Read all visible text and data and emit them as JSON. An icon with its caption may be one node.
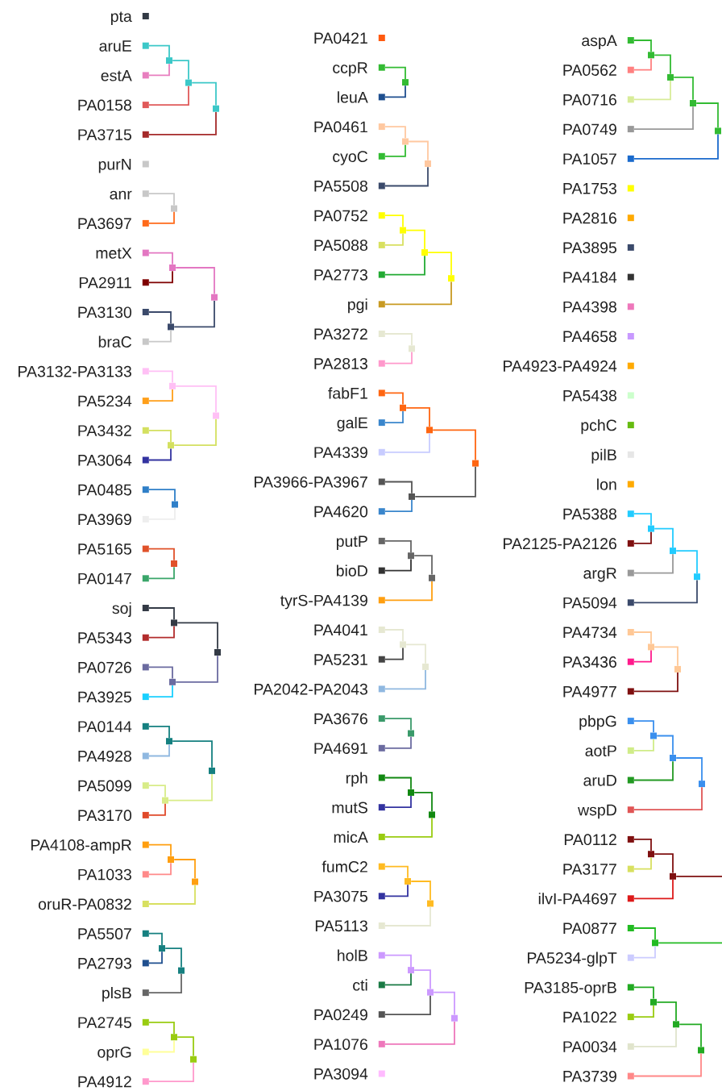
{
  "diagram": {
    "nodes": [
      {
        "text": [
          "pta"
        ]
      },
      {
        "text": [
          "aruE"
        ]
      },
      {
        "text": [
          "estA"
        ]
      },
      {
        "text": [
          "PA0158"
        ]
      },
      {
        "text": [
          "PA3715"
        ]
      },
      {
        "text": [
          "purN"
        ]
      },
      {
        "text": [
          "anr"
        ]
      },
      {
        "text": [
          "PA3697"
        ]
      },
      {
        "text": [
          "metX"
        ]
      },
      {
        "text": [
          "PA2911"
        ]
      },
      {
        "text": [
          "PA3130"
        ]
      },
      {
        "text": [
          "braC"
        ]
      },
      {
        "text": [
          "PA3132-PA3133"
        ]
      },
      {
        "text": [
          "PA5234"
        ]
      },
      {
        "text": [
          "PA3432"
        ]
      },
      {
        "text": [
          "PA3064"
        ]
      },
      {
        "text": [
          "PA0485"
        ]
      },
      {
        "text": [
          "PA3969"
        ]
      },
      {
        "text": [
          "PA5165"
        ]
      },
      {
        "text": [
          "PA0147"
        ]
      },
      {
        "text": [
          "soj"
        ]
      },
      {
        "text": [
          "PA5343"
        ]
      },
      {
        "text": [
          "PA0726"
        ]
      },
      {
        "text": [
          "PA3925"
        ]
      },
      {
        "text": [
          "PA0144"
        ]
      },
      {
        "text": [
          "PA4928"
        ]
      },
      {
        "text": [
          "PA5099"
        ]
      },
      {
        "text": [
          "PA3170"
        ]
      },
      {
        "text": [
          "PA4108-ampR"
        ]
      },
      {
        "text": [
          "PA1033"
        ]
      },
      {
        "text": [
          "oruR-PA0832"
        ]
      },
      {
        "text": [
          "PA5507"
        ]
      },
      {
        "text": [
          "PA2793"
        ]
      },
      {
        "text": [
          "plsB"
        ]
      },
      {
        "text": [
          "PA2745"
        ]
      },
      {
        "text": [
          "oprG"
        ]
      },
      {
        "text": [
          "PA4912"
        ]
      },
      {
        "text": [
          "PA0421"
        ]
      },
      {
        "text": [
          "ccpR"
        ]
      },
      {
        "text": [
          "leuA"
        ]
      },
      {
        "text": [
          "PA0461"
        ]
      },
      {
        "text": [
          "cyoC"
        ]
      },
      {
        "text": [
          "PA5508"
        ]
      },
      {
        "text": [
          "PA0752"
        ]
      },
      {
        "text": [
          "PA5088"
        ]
      },
      {
        "text": [
          "PA2773"
        ]
      },
      {
        "text": [
          "pgi"
        ]
      },
      {
        "text": [
          "PA3272"
        ]
      },
      {
        "text": [
          "PA2813"
        ]
      },
      {
        "text": [
          "fabF1"
        ]
      },
      {
        "text": [
          "galE"
        ]
      },
      {
        "text": [
          "PA4339"
        ]
      },
      {
        "text": [
          "PA3966-PA3967"
        ]
      },
      {
        "text": [
          "PA4620"
        ]
      },
      {
        "text": [
          "putP"
        ]
      },
      {
        "text": [
          "bioD"
        ]
      },
      {
        "text": [
          "tyrS-PA4139"
        ]
      },
      {
        "text": [
          "PA4041"
        ]
      },
      {
        "text": [
          "PA5231"
        ]
      },
      {
        "text": [
          "PA2042-PA2043"
        ]
      },
      {
        "text": [
          "PA3676"
        ]
      },
      {
        "text": [
          "PA4691"
        ]
      },
      {
        "text": [
          "rph"
        ]
      },
      {
        "text": [
          "mutS"
        ]
      },
      {
        "text": [
          "micA"
        ]
      },
      {
        "text": [
          "fumC2"
        ]
      },
      {
        "text": [
          "PA3075"
        ]
      },
      {
        "text": [
          "PA5113"
        ]
      },
      {
        "text": [
          "holB"
        ]
      },
      {
        "text": [
          "cti"
        ]
      },
      {
        "text": [
          "PA0249"
        ]
      },
      {
        "text": [
          "PA1076"
        ]
      },
      {
        "text": [
          "PA3094"
        ]
      },
      {
        "text": [
          "aspA"
        ]
      },
      {
        "text": [
          "PA0562"
        ]
      },
      {
        "text": [
          "PA0716"
        ]
      },
      {
        "text": [
          "PA0749"
        ]
      },
      {
        "text": [
          "PA1057"
        ]
      },
      {
        "text": [
          "PA1753"
        ]
      },
      {
        "text": [
          "PA2816"
        ]
      },
      {
        "text": [
          "PA3895"
        ]
      },
      {
        "text": [
          "PA4184"
        ]
      },
      {
        "text": [
          "PA4398"
        ]
      },
      {
        "text": [
          "PA4658"
        ]
      },
      {
        "text": [
          "PA4923-PA4924"
        ]
      },
      {
        "text": [
          "PA5438"
        ]
      },
      {
        "text": [
          "pchC"
        ]
      },
      {
        "text": [
          "pilB"
        ]
      },
      {
        "text": [
          "lon"
        ]
      },
      {
        "text": [
          "PA5388"
        ]
      },
      {
        "text": [
          "PA2125-PA2126"
        ]
      },
      {
        "text": [
          "argR"
        ]
      },
      {
        "text": [
          "PA5094"
        ]
      },
      {
        "text": [
          "PA4734"
        ]
      },
      {
        "text": [
          "PA3436"
        ]
      },
      {
        "text": [
          "PA4977"
        ]
      },
      {
        "text": [
          "pbpG"
        ]
      },
      {
        "text": [
          "aotP"
        ]
      },
      {
        "text": [
          "aruD"
        ]
      },
      {
        "text": [
          "wspD"
        ]
      },
      {
        "text": [
          "PA0112"
        ]
      },
      {
        "text": [
          "PA3177"
        ]
      },
      {
        "text": [
          "ilvI-PA4697"
        ]
      },
      {
        "text": [
          "PA0877"
        ]
      },
      {
        "text": [
          "PA5234-glpT"
        ]
      },
      {
        "text": [
          "PA3185-oprB"
        ]
      },
      {
        "text": [
          "PA1022"
        ]
      },
      {
        "text": [
          "PA0034"
        ]
      },
      {
        "text": [
          "PA3739"
        ]
      },
      {
        "text": [],
        "shape": "box"
      },
      {
        "text": [],
        "shape": "box"
      },
      {
        "text": [],
        "shape": "box"
      },
      {
        "text": [],
        "shape": "box"
      },
      {
        "text": [],
        "shape": "box"
      },
      {
        "text": [],
        "shape": "box"
      },
      {
        "text": [],
        "shape": "box"
      },
      {
        "text": [],
        "shape": "box"
      },
      {
        "text": [],
        "shape": "box"
      },
      {
        "text": [],
        "shape": "box"
      },
      {
        "text": [],
        "shape": "box"
      },
      {
        "text": [],
        "shape": "box"
      },
      {
        "text": [],
        "shape": "box"
      },
      {
        "text": [],
        "shape": "box"
      },
      {
        "text": [],
        "shape": "box"
      },
      {
        "text": [],
        "shape": "box"
      },
      {
        "text": [],
        "shape": "box"
      },
      {
        "text": [],
        "shape": "box"
      },
      {
        "text": [],
        "shape": "box"
      },
      {
        "text": [],
        "shape": "box"
      },
      {
        "text": [],
        "shape": "box"
      },
      {
        "text": [],
        "shape": "box"
      },
      {
        "text": [],
        "shape": "box"
      },
      {
        "text": [],
        "shape": "box"
      },
      {
        "text": [],
        "shape": "box"
      },
      {
        "text": [],
        "shape": "box"
      },
      {
        "text": [],
        "shape": "box"
      },
      {
        "text": [],
        "shape": "box"
      },
      {
        "text": [],
        "shape": "box"
      },
      {
        "text": [],
        "shape": "box"
      },
      {
        "text": [],
        "shape": "box"
      },
      {
        "text": [],
        "shape": "box"
      },
      {
        "text": [],
        "shape": "box"
      },
      {
        "text": [],
        "shape": "box"
      },
      {
        "text": [],
        "shape": "box"
      },
      {
        "text": [],
        "shape": "box"
      },
      {
        "text": [],
        "shape": "box"
      },
      {
        "text": [],
        "shape": "box"
      },
      {
        "text": [],
        "shape": "box"
      },
      {
        "text": [],
        "shape": "box"
      },
      {
        "text": [],
        "shape": "box"
      },
      {
        "text": [],
        "shape": "box"
      },
      {
        "text": [],
        "shape": "box"
      },
      {
        "text": [],
        "shape": "box"
      },
      {
        "text": [],
        "shape": "box"
      },
      {
        "text": [],
        "shape": "box"
      },
      {
        "text": [],
        "shape": "box"
      },
      {
        "text": [],
        "shape": "box"
      },
      {
        "text": [],
        "shape": "box"
      },
      {
        "text": [],
        "shape": "box"
      },
      {
        "text": [],
        "shape": "box"
      },
      {
        "text": [],
        "shape": "box"
      },
      {
        "text": [],
        "shape": "box"
      },
      {
        "text": [],
        "shape": "box"
      },
      {
        "text": [],
        "shape": "box"
      },
      {
        "text": [],
        "shape": "box"
      },
      {
        "text": [],
        "shape": "box"
      },
      {
        "text": [],
        "shape": "box"
      },
      {
        "text": [],
        "shape": "box"
      },
      {
        "text": [],
        "shape": "box"
      },
      {
        "text": [],
        "shape": "box"
      },
      {
        "text": [],
        "shape": "box"
      },
      {
        "text": [],
        "shape": "box"
      },
      {
        "text": [],
        "shape": "box"
      },
      {
        "text": [],
        "shape": "box"
      }
    ],
    "edges": [
      {
        "from": 1,
        "to": 109,
        "arrow": "none",
        "color": "#3cc8c8"
      },
      {
        "from": 2,
        "to": 109,
        "arrow": "none",
        "color": "#e87fbf"
      },
      {
        "from": 109,
        "to": 110,
        "arrow": "none",
        "color": "#3cc8c8"
      },
      {
        "from": 3,
        "to": 110,
        "arrow": "none",
        "color": "#e05a5a"
      },
      {
        "from": 110,
        "to": 111,
        "arrow": "none",
        "color": "#3cc8c8"
      },
      {
        "from": 4,
        "to": 111,
        "arrow": "none",
        "color": "#a52a2a"
      },
      {
        "from": 6,
        "to": 112,
        "arrow": "none",
        "color": "#c8c8c8"
      },
      {
        "from": 7,
        "to": 112,
        "arrow": "none",
        "color": "#ff6a1a"
      },
      {
        "from": 8,
        "to": 113,
        "arrow": "none",
        "color": "#e377c2"
      },
      {
        "from": 9,
        "to": 113,
        "arrow": "none",
        "color": "#7f0000"
      },
      {
        "from": 10,
        "to": 114,
        "arrow": "none",
        "color": "#3b4a6b"
      },
      {
        "from": 11,
        "to": 114,
        "arrow": "none",
        "color": "#c8c8c8"
      },
      {
        "from": 113,
        "to": 115,
        "arrow": "none",
        "color": "#e377c2"
      },
      {
        "from": 114,
        "to": 115,
        "arrow": "none",
        "color": "#3b4a6b"
      },
      {
        "from": 12,
        "to": 116,
        "arrow": "none",
        "color": "#ffc0f5"
      },
      {
        "from": 13,
        "to": 116,
        "arrow": "none",
        "color": "#ff9f1a"
      },
      {
        "from": 14,
        "to": 117,
        "arrow": "none",
        "color": "#d4e060"
      },
      {
        "from": 15,
        "to": 117,
        "arrow": "none",
        "color": "#3333a0"
      },
      {
        "from": 116,
        "to": 118,
        "arrow": "none",
        "color": "#ffc0f5"
      },
      {
        "from": 117,
        "to": 118,
        "arrow": "none",
        "color": "#d4e060"
      },
      {
        "from": 16,
        "to": 119,
        "arrow": "none",
        "color": "#2f7fc8"
      },
      {
        "from": 17,
        "to": 119,
        "arrow": "none",
        "color": "#eeeeee"
      },
      {
        "from": 18,
        "to": 120,
        "arrow": "none",
        "color": "#e0522a"
      },
      {
        "from": 19,
        "to": 120,
        "arrow": "none",
        "color": "#3aa66a"
      },
      {
        "from": 20,
        "to": 121,
        "arrow": "none",
        "color": "#333a45"
      },
      {
        "from": 21,
        "to": 121,
        "arrow": "none",
        "color": "#b22c2c"
      },
      {
        "from": 22,
        "to": 122,
        "arrow": "none",
        "color": "#6b6ba0"
      },
      {
        "from": 23,
        "to": 122,
        "arrow": "none",
        "color": "#1ad0ff"
      },
      {
        "from": 121,
        "to": 123,
        "arrow": "none",
        "color": "#333a45"
      },
      {
        "from": 122,
        "to": 123,
        "arrow": "none",
        "color": "#6b6ba0"
      },
      {
        "from": 24,
        "to": 124,
        "arrow": "none",
        "color": "#158080"
      },
      {
        "from": 25,
        "to": 124,
        "arrow": "none",
        "color": "#8fb8e0"
      },
      {
        "from": 26,
        "to": 125,
        "arrow": "none",
        "color": "#d8ec88"
      },
      {
        "from": 27,
        "to": 125,
        "arrow": "none",
        "color": "#e04a2a"
      },
      {
        "from": 124,
        "to": 126,
        "arrow": "none",
        "color": "#158080"
      },
      {
        "from": 125,
        "to": 126,
        "arrow": "none",
        "color": "#d8ec88"
      },
      {
        "from": 28,
        "to": 127,
        "arrow": "none",
        "color": "#ff9f10"
      },
      {
        "from": 29,
        "to": 127,
        "arrow": "none",
        "color": "#ff8a8a"
      },
      {
        "from": 127,
        "to": 128,
        "arrow": "none",
        "color": "#ff9f10"
      },
      {
        "from": 30,
        "to": 128,
        "arrow": "none",
        "color": "#d8e060"
      },
      {
        "from": 31,
        "to": 129,
        "arrow": "none",
        "color": "#168080"
      },
      {
        "from": 32,
        "to": 129,
        "arrow": "none",
        "color": "#1f4f8f"
      },
      {
        "from": 129,
        "to": 130,
        "arrow": "none",
        "color": "#168080"
      },
      {
        "from": 33,
        "to": 130,
        "arrow": "none",
        "color": "#666666"
      },
      {
        "from": 34,
        "to": 131,
        "arrow": "none",
        "color": "#99cc11"
      },
      {
        "from": 35,
        "to": 131,
        "arrow": "none",
        "color": "#ffff99"
      },
      {
        "from": 131,
        "to": 132,
        "arrow": "none",
        "color": "#99cc11"
      },
      {
        "from": 36,
        "to": 132,
        "arrow": "none",
        "color": "#ff99cc"
      },
      {
        "from": 38,
        "to": 133,
        "arrow": "none",
        "color": "#33bb33"
      },
      {
        "from": 39,
        "to": 133,
        "arrow": "none",
        "color": "#1f4f8f"
      },
      {
        "from": 40,
        "to": 134,
        "arrow": "none",
        "color": "#ffc8a0"
      },
      {
        "from": 41,
        "to": 134,
        "arrow": "none",
        "color": "#33bb33"
      },
      {
        "from": 134,
        "to": 135,
        "arrow": "none",
        "color": "#ffc8a0"
      },
      {
        "from": 42,
        "to": 135,
        "arrow": "none",
        "color": "#3b4a6b"
      },
      {
        "from": 43,
        "to": 136,
        "arrow": "none",
        "color": "#ffff00"
      },
      {
        "from": 44,
        "to": 136,
        "arrow": "none",
        "color": "#d8e060"
      },
      {
        "from": 136,
        "to": 137,
        "arrow": "none",
        "color": "#ffff00"
      },
      {
        "from": 45,
        "to": 137,
        "arrow": "none",
        "color": "#22aa33"
      },
      {
        "from": 137,
        "to": 138,
        "arrow": "none",
        "color": "#ffff00"
      },
      {
        "from": 46,
        "to": 138,
        "arrow": "none",
        "color": "#c89a22"
      },
      {
        "from": 47,
        "to": 139,
        "arrow": "none",
        "color": "#e6e8d2"
      },
      {
        "from": 48,
        "to": 139,
        "arrow": "none",
        "color": "#ff99cc"
      },
      {
        "from": 49,
        "to": 140,
        "arrow": "none",
        "color": "#ff6611"
      },
      {
        "from": 50,
        "to": 140,
        "arrow": "none",
        "color": "#3a86cc"
      },
      {
        "from": 140,
        "to": 141,
        "arrow": "none",
        "color": "#ff6611"
      },
      {
        "from": 51,
        "to": 141,
        "arrow": "none",
        "color": "#c8ccff"
      },
      {
        "from": 52,
        "to": 142,
        "arrow": "none",
        "color": "#555555"
      },
      {
        "from": 53,
        "to": 142,
        "arrow": "none",
        "color": "#3a86cc"
      },
      {
        "from": 141,
        "to": 143,
        "arrow": "none",
        "color": "#ff6611"
      },
      {
        "from": 142,
        "to": 143,
        "arrow": "none",
        "color": "#555555"
      },
      {
        "from": 54,
        "to": 144,
        "arrow": "none",
        "color": "#666666"
      },
      {
        "from": 55,
        "to": 144,
        "arrow": "none",
        "color": "#333333"
      },
      {
        "from": 144,
        "to": 145,
        "arrow": "none",
        "color": "#666666"
      },
      {
        "from": 56,
        "to": 145,
        "arrow": "none",
        "color": "#ff9f10"
      },
      {
        "from": 57,
        "to": 146,
        "arrow": "none",
        "color": "#e6e8d2"
      },
      {
        "from": 58,
        "to": 146,
        "arrow": "none",
        "color": "#444444"
      },
      {
        "from": 146,
        "to": 147,
        "arrow": "none",
        "color": "#e6e8d2"
      },
      {
        "from": 59,
        "to": 147,
        "arrow": "none",
        "color": "#8fb8e0"
      },
      {
        "from": 60,
        "to": 148,
        "arrow": "none",
        "color": "#3a9a6a"
      },
      {
        "from": 61,
        "to": 148,
        "arrow": "none",
        "color": "#6b6ba0"
      },
      {
        "from": 62,
        "to": 149,
        "arrow": "none",
        "color": "#118811"
      },
      {
        "from": 63,
        "to": 149,
        "arrow": "none",
        "color": "#3333a0"
      },
      {
        "from": 149,
        "to": 150,
        "arrow": "none",
        "color": "#118811"
      },
      {
        "from": 64,
        "to": 150,
        "arrow": "none",
        "color": "#99cc11"
      },
      {
        "from": 65,
        "to": 151,
        "arrow": "none",
        "color": "#ffbb22"
      },
      {
        "from": 66,
        "to": 151,
        "arrow": "none",
        "color": "#3333a0"
      },
      {
        "from": 151,
        "to": 152,
        "arrow": "none",
        "color": "#ffbb22"
      },
      {
        "from": 67,
        "to": 152,
        "arrow": "none",
        "color": "#e6e8d2"
      },
      {
        "from": 68,
        "to": 153,
        "arrow": "none",
        "color": "#cc99ff"
      },
      {
        "from": 69,
        "to": 153,
        "arrow": "none",
        "color": "#1a7a44"
      },
      {
        "from": 153,
        "to": 154,
        "arrow": "none",
        "color": "#cc99ff"
      },
      {
        "from": 70,
        "to": 154,
        "arrow": "none",
        "color": "#555555"
      },
      {
        "from": 154,
        "to": 155,
        "arrow": "none",
        "color": "#cc99ff"
      },
      {
        "from": 71,
        "to": 155,
        "arrow": "none",
        "color": "#ee77bb"
      },
      {
        "from": 73,
        "to": 156,
        "arrow": "none",
        "color": "#33bb33"
      },
      {
        "from": 74,
        "to": 156,
        "arrow": "none",
        "color": "#ff8080"
      },
      {
        "from": 156,
        "to": 157,
        "arrow": "none",
        "color": "#33bb33"
      },
      {
        "from": 75,
        "to": 157,
        "arrow": "none",
        "color": "#d8ec99"
      },
      {
        "from": 157,
        "to": 158,
        "arrow": "none",
        "color": "#33bb33"
      },
      {
        "from": 76,
        "to": 158,
        "arrow": "none",
        "color": "#999999"
      },
      {
        "from": 158,
        "to": 159,
        "arrow": "none",
        "color": "#33bb33"
      },
      {
        "from": 77,
        "to": 159,
        "arrow": "none",
        "color": "#1a6acc"
      },
      {
        "from": 89,
        "to": 160,
        "arrow": "none",
        "color": "#22ccff"
      },
      {
        "from": 90,
        "to": 160,
        "arrow": "none",
        "color": "#7f1010"
      },
      {
        "from": 160,
        "to": 161,
        "arrow": "none",
        "color": "#22ccff"
      },
      {
        "from": 91,
        "to": 161,
        "arrow": "none",
        "color": "#999999"
      },
      {
        "from": 161,
        "to": 162,
        "arrow": "none",
        "color": "#22ccff"
      },
      {
        "from": 92,
        "to": 162,
        "arrow": "none",
        "color": "#3b4a6b"
      },
      {
        "from": 93,
        "to": 163,
        "arrow": "none",
        "color": "#ffc896"
      },
      {
        "from": 94,
        "to": 163,
        "arrow": "none",
        "color": "#ff1a8c"
      },
      {
        "from": 163,
        "to": 164,
        "arrow": "none",
        "color": "#ffc896"
      },
      {
        "from": 95,
        "to": 164,
        "arrow": "none",
        "color": "#7f1010"
      },
      {
        "from": 96,
        "to": 165,
        "arrow": "none",
        "color": "#3a8fee"
      },
      {
        "from": 97,
        "to": 165,
        "arrow": "none",
        "color": "#d0ec88"
      },
      {
        "from": 165,
        "to": 166,
        "arrow": "none",
        "color": "#3a8fee"
      },
      {
        "from": 98,
        "to": 166,
        "arrow": "none",
        "color": "#229922"
      },
      {
        "from": 166,
        "to": 167,
        "arrow": "none",
        "color": "#3a8fee"
      },
      {
        "from": 99,
        "to": 167,
        "arrow": "none",
        "color": "#e05555"
      },
      {
        "from": 100,
        "to": 168,
        "arrow": "none",
        "color": "#7f1010"
      },
      {
        "from": 101,
        "to": 168,
        "arrow": "none",
        "color": "#d8e060"
      },
      {
        "from": 168,
        "to": 169,
        "arrow": "none",
        "color": "#7f1010"
      },
      {
        "from": 102,
        "to": 169,
        "arrow": "none",
        "color": "#dd1a1a"
      },
      {
        "from": 169,
        "to": null,
        "arrow": "none",
        "color": "#7f1010"
      },
      {
        "from": 103,
        "to": 170,
        "arrow": "none",
        "color": "#22bb22"
      },
      {
        "from": 104,
        "to": 170,
        "arrow": "none",
        "color": "#ccccff"
      },
      {
        "from": 170,
        "to": null,
        "arrow": "none",
        "color": "#22bb22"
      },
      {
        "from": 105,
        "to": 171,
        "arrow": "none",
        "color": "#22aa22"
      },
      {
        "from": 106,
        "to": 171,
        "arrow": "none",
        "color": "#99cc11"
      },
      {
        "from": 171,
        "to": 172,
        "arrow": "none",
        "color": "#22aa22"
      },
      {
        "from": 107,
        "to": 172,
        "arrow": "none",
        "color": "#e0e4cc"
      },
      {
        "from": 172,
        "to": 173,
        "arrow": "none",
        "color": "#22aa22"
      },
      {
        "from": 108,
        "to": 173,
        "arrow": "none",
        "color": "#ff8888"
      }
    ]
  }
}
